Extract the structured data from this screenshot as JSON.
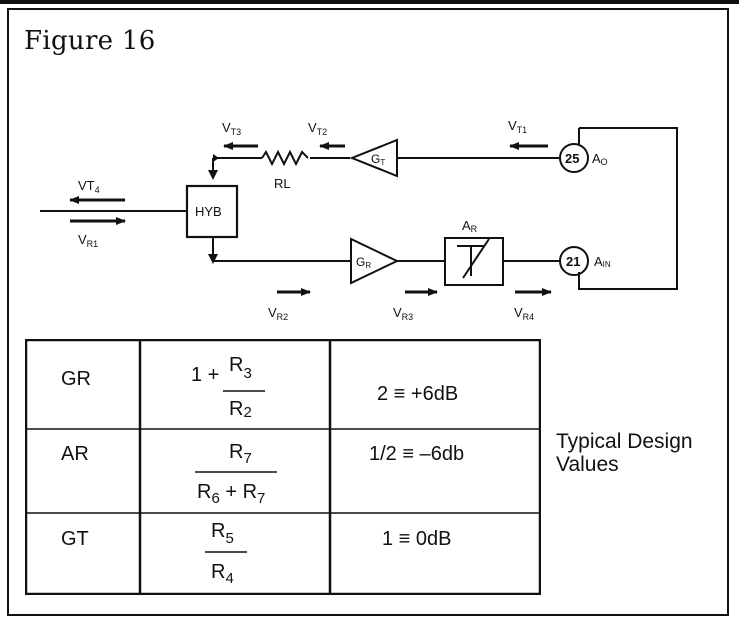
{
  "figure_title": "Figure 16",
  "diagram": {
    "labels": {
      "vt1": [
        "V",
        "T1"
      ],
      "vt2": [
        "V",
        "T2"
      ],
      "vt3": [
        "V",
        "T3"
      ],
      "vt4": [
        "VT",
        "4"
      ],
      "vr1": [
        "V",
        "R1"
      ],
      "vr2": [
        "V",
        "R2"
      ],
      "vr3": [
        "V",
        "R3"
      ],
      "vr4": [
        "V",
        "R4"
      ],
      "rl": "RL",
      "hyb": "HYB",
      "gt": [
        "G",
        "T"
      ],
      "gr": [
        "G",
        "R"
      ],
      "ar": [
        "A",
        "R"
      ],
      "pin25": "25",
      "pin21": "21",
      "ao": [
        "A",
        "O"
      ],
      "ain": [
        "A",
        "IN"
      ]
    }
  },
  "table": {
    "rows": [
      {
        "name": "GR",
        "formula": {
          "prefix": "1 + ",
          "num": [
            "R",
            "3"
          ],
          "den": [
            "R",
            "2"
          ]
        },
        "value": "2 ≡ +6dB"
      },
      {
        "name": "AR",
        "formula": {
          "prefix": "",
          "num": [
            "R",
            "7"
          ],
          "den": [
            "R",
            "6",
            " + R",
            "7"
          ]
        },
        "value": "1/2  ≡ –6db"
      },
      {
        "name": "GT",
        "formula": {
          "prefix": "",
          "num": [
            "R",
            "5"
          ],
          "den": [
            "R",
            "4"
          ]
        },
        "value": "1  ≡ 0dB"
      }
    ]
  },
  "side_note": {
    "line1": "Typical Design",
    "line2": "Values"
  },
  "colors": {
    "ink": "#111111",
    "background": "#ffffff"
  }
}
